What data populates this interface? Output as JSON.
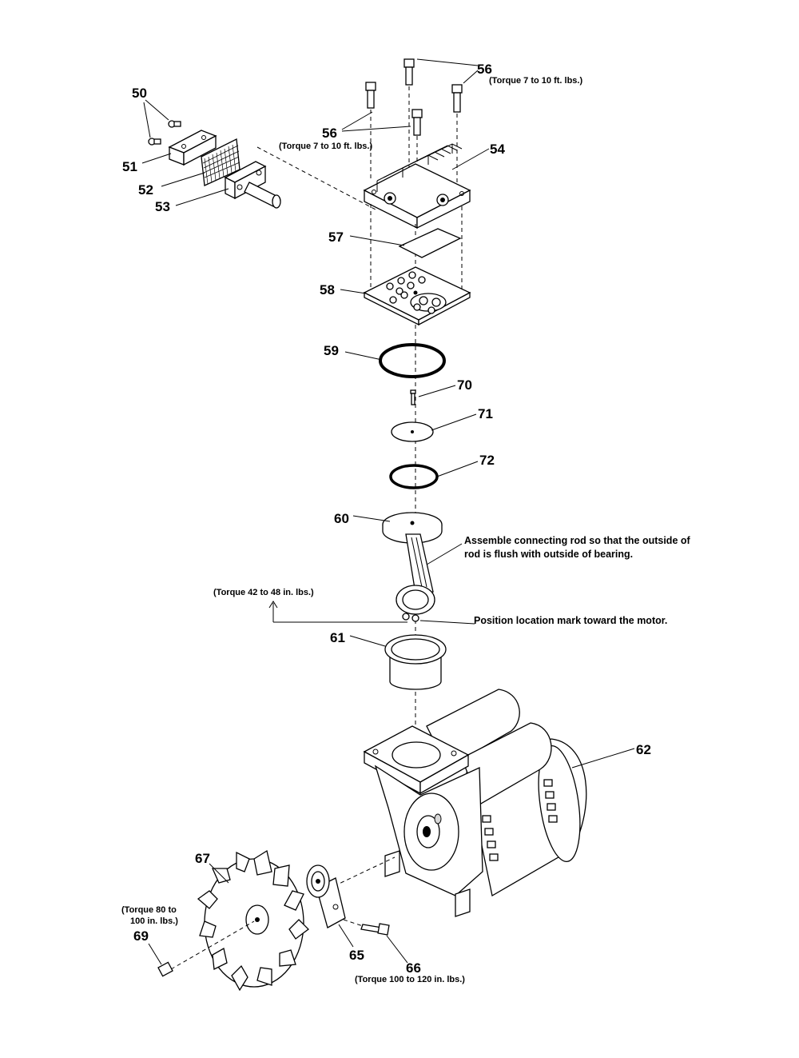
{
  "callouts": {
    "p50": "50",
    "p51": "51",
    "p52": "52",
    "p53": "53",
    "p54": "54",
    "p56a": "56",
    "p56b": "56",
    "p57": "57",
    "p58": "58",
    "p59": "59",
    "p60": "60",
    "p61": "61",
    "p62": "62",
    "p65": "65",
    "p66": "66",
    "p67": "67",
    "p69": "69",
    "p70": "70",
    "p71": "71",
    "p72": "72"
  },
  "notes": {
    "torque_56_top": "(Torque 7 to 10 ft. lbs.)",
    "torque_56_left": "(Torque 7 to 10 ft. lbs.)",
    "torque_rod": "(Torque 42 to 48 in. lbs.)",
    "assemble_line1": "Assemble connecting rod so that the outside of",
    "assemble_line2": "rod is flush with outside of bearing.",
    "position_mark": "Position location mark toward the motor.",
    "torque_69_line1": "(Torque 80 to",
    "torque_69_line2": "100 in. lbs.)",
    "torque_66": "(Torque 100 to 120 in. lbs.)"
  },
  "icons": [
    "bolt-icon",
    "screw-icon",
    "filter-housing-icon",
    "filter-element-icon",
    "intake-tube-icon",
    "cylinder-head-icon",
    "gasket-icon",
    "valve-plate-icon",
    "o-ring-icon",
    "pin-icon",
    "disc-icon",
    "ring-icon",
    "piston-cup-icon",
    "connecting-rod-icon",
    "cylinder-sleeve-icon",
    "motor-housing-icon",
    "eccentric-icon",
    "fan-icon"
  ]
}
